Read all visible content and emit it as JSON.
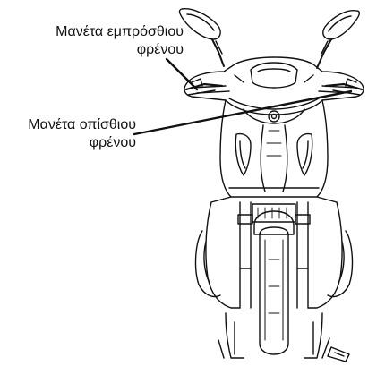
{
  "labels": {
    "front_brake_lever": {
      "line1": "Μανέτα εμπρόσθιου",
      "line2": "φρένου"
    },
    "rear_brake_lever": {
      "line1": "Μανέτα οπίσθιου",
      "line2": "φρένου"
    }
  },
  "colors": {
    "ink": "#111111",
    "background": "#ffffff"
  }
}
